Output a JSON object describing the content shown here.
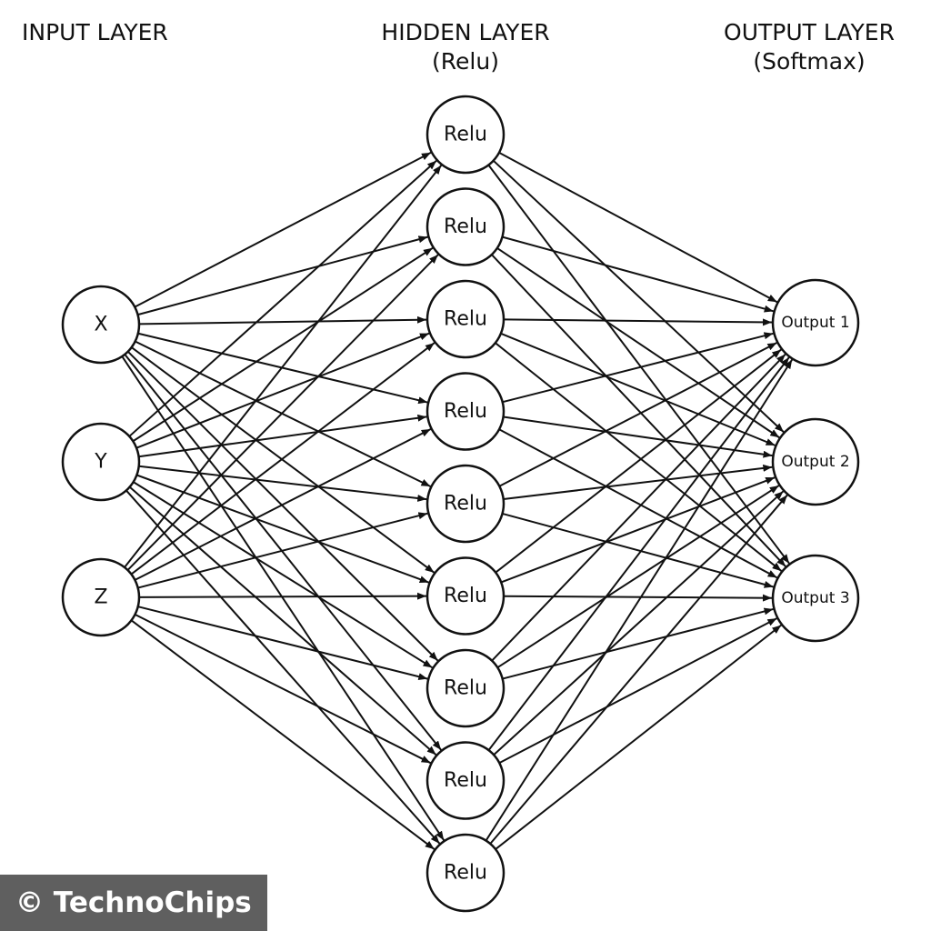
{
  "headers": {
    "input": "INPUT LAYER",
    "hidden": "HIDDEN LAYER",
    "hidden_sub": "(Relu)",
    "output": "OUTPUT LAYER",
    "output_sub": "(Softmax)"
  },
  "layers": {
    "input": [
      "X",
      "Y",
      "Z"
    ],
    "hidden": [
      "Relu",
      "Relu",
      "Relu",
      "Relu",
      "Relu",
      "Relu",
      "Relu",
      "Relu",
      "Relu"
    ],
    "output": [
      "Output 1",
      "Output 2",
      "Output 3"
    ]
  },
  "connections": "fully-connected",
  "colors": {
    "stroke": "#111111",
    "node_fill": "#ffffff",
    "watermark_bg": "#5f5f5f",
    "watermark_text": "#ffffff"
  },
  "watermark": "© TechnoChips"
}
